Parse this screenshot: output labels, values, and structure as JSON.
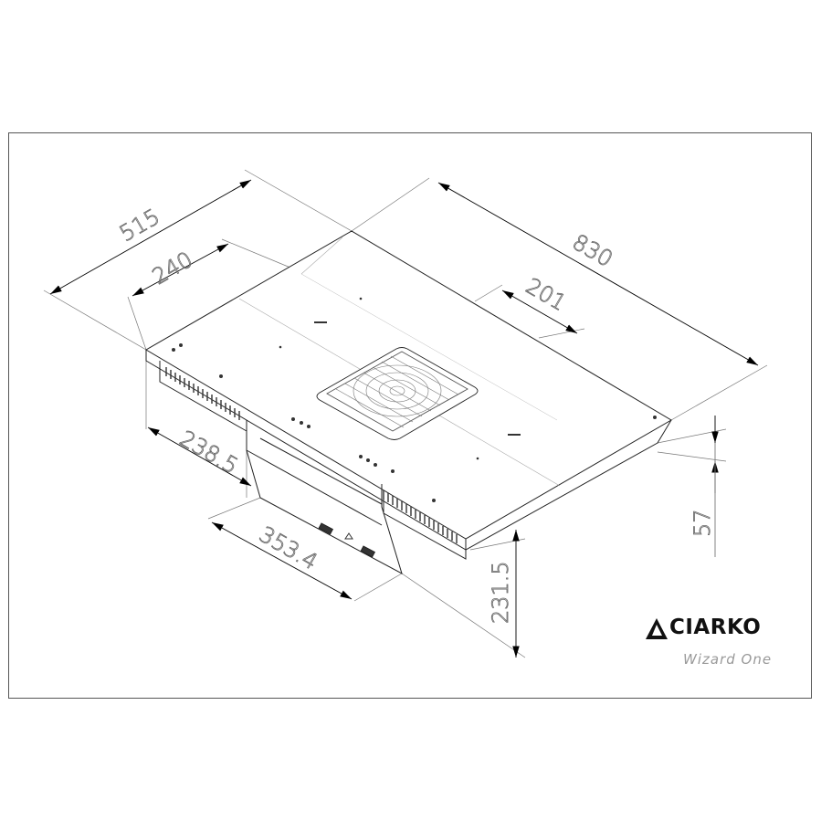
{
  "dimensions": {
    "depth": "515",
    "width": "830",
    "zone_depth": "240",
    "vent_width": "201",
    "motor_depth": "238.5",
    "motor_width": "353.4",
    "hob_height": "57",
    "motor_height": "231.5"
  },
  "brand": {
    "name": "CIARKO",
    "model": "Wizard One"
  },
  "colors": {
    "line": "#333333",
    "dim_text": "#666666",
    "frame": "#555555"
  }
}
